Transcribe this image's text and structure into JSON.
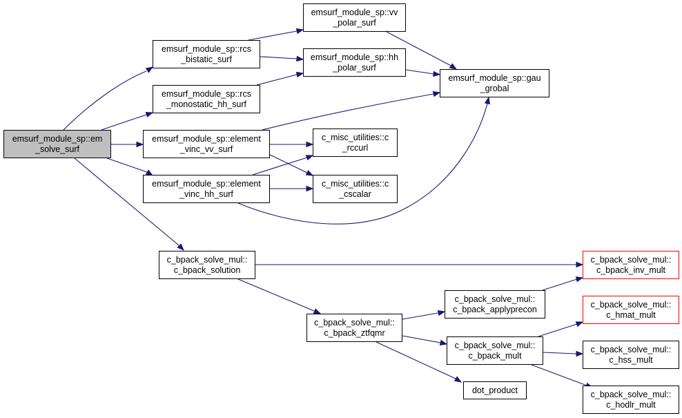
{
  "colors": {
    "edge": "#191970",
    "root_fill": "#bfbfbf",
    "red_border": "#ff0000",
    "border": "#000000"
  },
  "nodes": {
    "em_solve_surf": {
      "line1": "emsurf_module_sp::em",
      "line2": "_solve_surf"
    },
    "rcs_bistatic_surf": {
      "line1": "emsurf_module_sp::rcs",
      "line2": "_bistatic_surf"
    },
    "rcs_monostatic_hh_surf": {
      "line1": "emsurf_module_sp::rcs",
      "line2": "_monostatic_hh_surf"
    },
    "element_vinc_vv_surf": {
      "line1": "emsurf_module_sp::element",
      "line2": "_vinc_vv_surf"
    },
    "element_vinc_hh_surf": {
      "line1": "emsurf_module_sp::element",
      "line2": "_vinc_hh_surf"
    },
    "vv_polar_surf": {
      "line1": "emsurf_module_sp::vv",
      "line2": "_polar_surf"
    },
    "hh_polar_surf": {
      "line1": "emsurf_module_sp::hh",
      "line2": "_polar_surf"
    },
    "gau_grobal": {
      "line1": "emsurf_module_sp::gau",
      "line2": "_grobal"
    },
    "c_rccurl": {
      "line1": "c_misc_utilities::c",
      "line2": "_rccurl"
    },
    "c_cscalar": {
      "line1": "c_misc_utilities::c",
      "line2": "_cscalar"
    },
    "c_bpack_solution": {
      "line1": "c_bpack_solve_mul::",
      "line2": "c_bpack_solution"
    },
    "c_bpack_ztfqmr": {
      "line1": "c_bpack_solve_mul::",
      "line2": "c_bpack_ztfqmr"
    },
    "c_bpack_applyprecon": {
      "line1": "c_bpack_solve_mul::",
      "line2": "c_bpack_applyprecon"
    },
    "c_bpack_mult": {
      "line1": "c_bpack_solve_mul::",
      "line2": "c_bpack_mult"
    },
    "dot_product": {
      "line1": "dot_product"
    },
    "c_bpack_inv_mult": {
      "line1": "c_bpack_solve_mul::",
      "line2": "c_bpack_inv_mult"
    },
    "c_hmat_mult": {
      "line1": "c_bpack_solve_mul::",
      "line2": "c_hmat_mult"
    },
    "c_hss_mult": {
      "line1": "c_bpack_solve_mul::",
      "line2": "c_hss_mult"
    },
    "c_hodlr_mult": {
      "line1": "c_bpack_solve_mul::",
      "line2": "c_hodlr_mult"
    }
  }
}
